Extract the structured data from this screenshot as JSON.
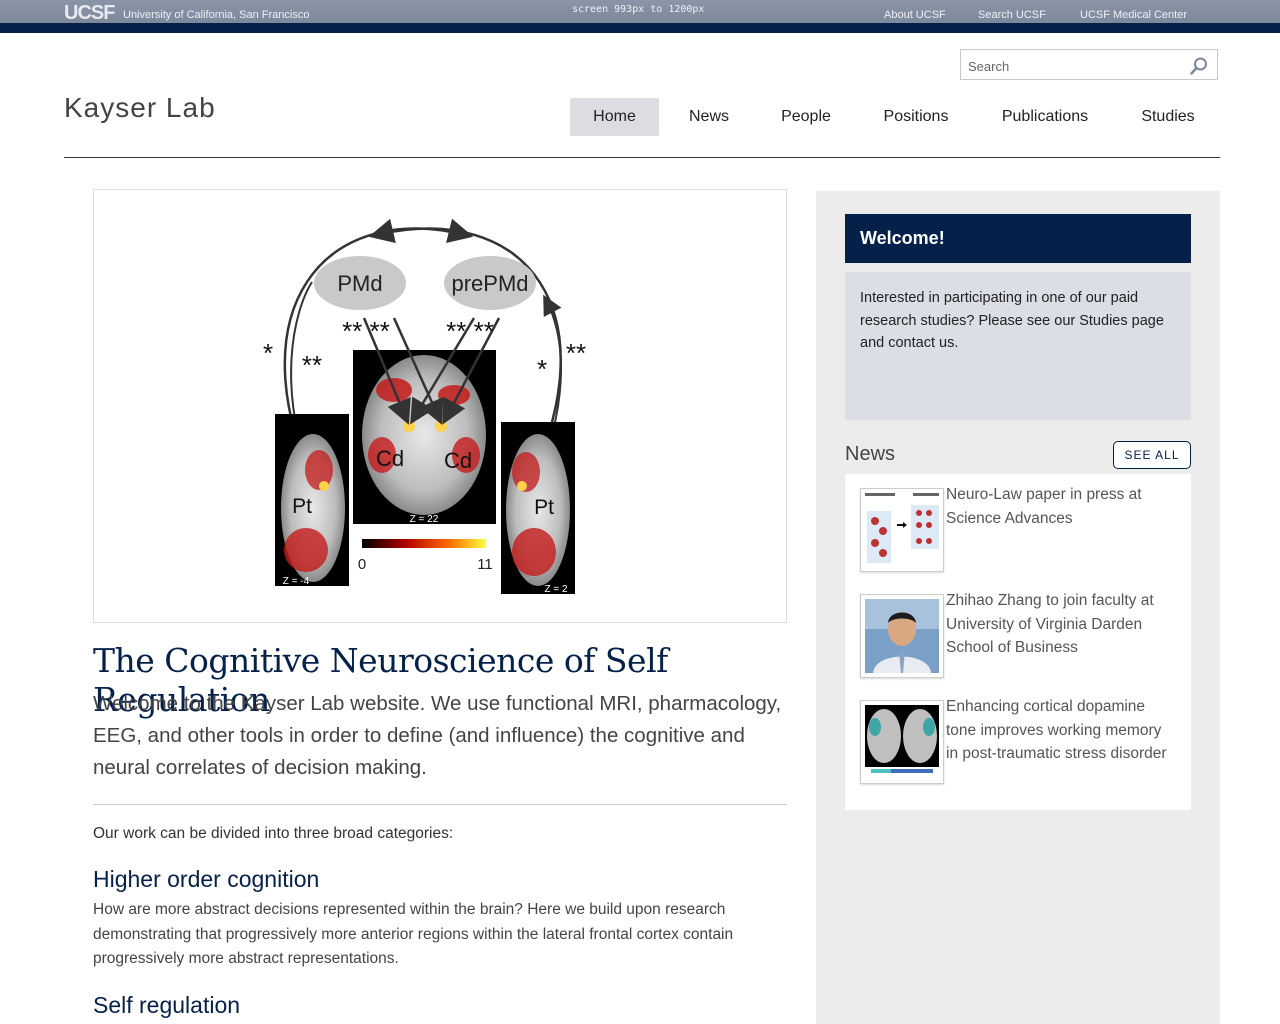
{
  "topbar": {
    "logo": "UCSF",
    "university": "University of California, San Francisco",
    "screen_note": "screen 993px to 1200px",
    "links": [
      "About UCSF",
      "Search UCSF",
      "UCSF Medical Center"
    ]
  },
  "search": {
    "placeholder": "Search"
  },
  "site_title": "Kayser Lab",
  "nav": {
    "items": [
      "Home",
      "News",
      "People",
      "Positions",
      "Publications",
      "Studies"
    ],
    "active": "Home"
  },
  "hero": {
    "labels": {
      "pmd": "PMd",
      "prepmd": "prePMd",
      "cd_left": "Cd",
      "cd_right": "Cd",
      "pt_left": "Pt",
      "pt_right": "Pt",
      "z_left": "Z = -4",
      "z_center": "Z = 22",
      "z_right": "Z = 2",
      "scale_min": "0",
      "scale_max": "11",
      "star1": "*",
      "star2": "**",
      "star3": "** **",
      "star4": "** **",
      "star5": "*",
      "star6": "**"
    }
  },
  "main": {
    "title": "The Cognitive Neuroscience of Self Regulation",
    "intro": "Welcome to the Kayser Lab website.  We use functional MRI, pharmacology, EEG, and other tools in order to define (and influence) the cognitive and neural correlates of decision making.",
    "categories_intro": "Our work can be divided into three broad categories:",
    "sections": [
      {
        "heading": "Higher order cognition",
        "text": "How are more abstract decisions represented within the brain?  Here we build upon research demonstrating that progressively more anterior regions within the lateral frontal cortex contain progressively more abstract representations."
      },
      {
        "heading": "Self regulation"
      }
    ]
  },
  "sidebar": {
    "welcome_title": "Welcome!",
    "welcome_text": "Interested in participating in one of our paid research studies?  Please see our Studies page and contact us.",
    "news_title": "News",
    "see_all": "SEE ALL",
    "news": [
      {
        "title": "Neuro-Law paper in press at Science Advances",
        "thumb": "figure-thumbnail"
      },
      {
        "title": "Zhihao Zhang to join faculty at University of Virginia Darden School of Business",
        "thumb": "portrait-thumbnail"
      },
      {
        "title": "Enhancing cortical dopamine tone improves working memory in post-traumatic stress disorder",
        "thumb": "brain-scan-thumbnail"
      }
    ]
  },
  "colors": {
    "navy": "#052049",
    "gray_bar": "#7d889b",
    "sidebar_bg": "#ececec",
    "welcome_bg": "#dbdee5"
  }
}
